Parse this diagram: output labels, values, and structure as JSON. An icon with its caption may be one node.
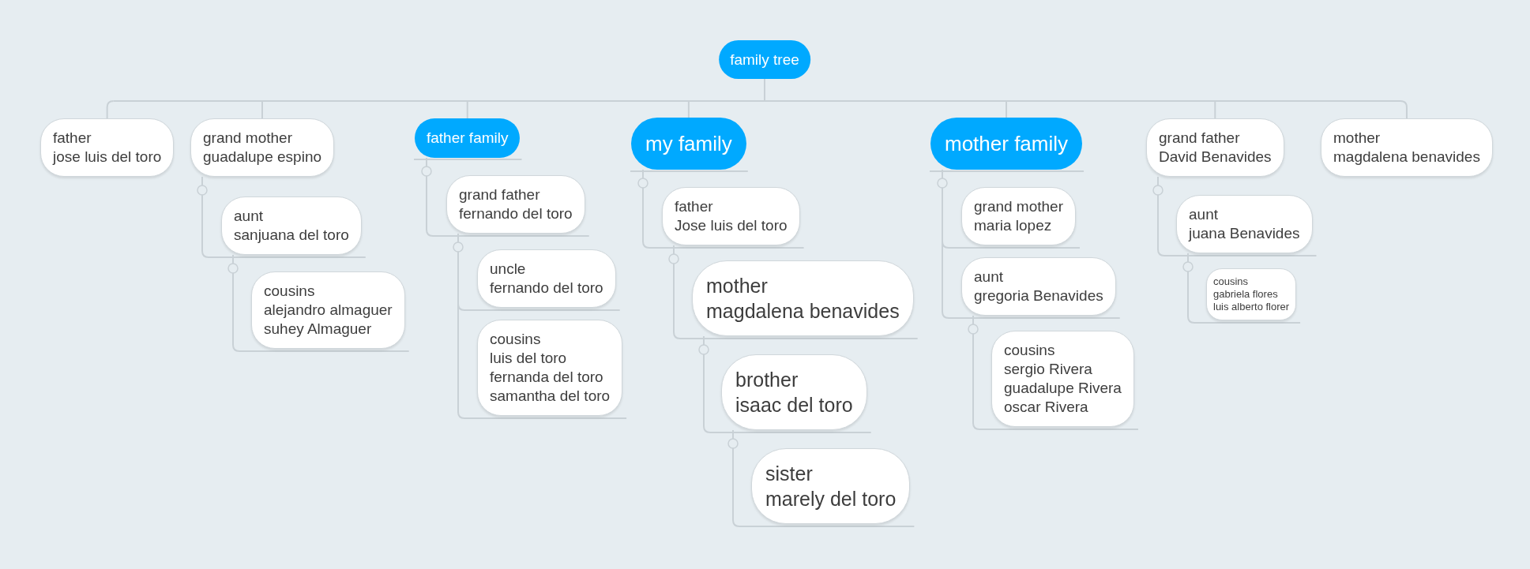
{
  "diagram": {
    "nodes": [
      {
        "text": [
          "family tree"
        ]
      },
      {
        "text": [
          "father",
          "jose luis del toro"
        ]
      },
      {
        "text": [
          "grand mother",
          "guadalupe espino"
        ]
      },
      {
        "text": [
          "aunt",
          "sanjuana del toro"
        ]
      },
      {
        "text": [
          "cousins",
          "alejandro almaguer",
          "suhey Almaguer"
        ]
      },
      {
        "text": [
          "father family"
        ]
      },
      {
        "text": [
          "grand father",
          "fernando del toro"
        ]
      },
      {
        "text": [
          "uncle",
          "fernando del toro"
        ]
      },
      {
        "text": [
          "cousins",
          "luis del toro",
          "fernanda del toro",
          "samantha del toro"
        ]
      },
      {
        "text": [
          "my family"
        ]
      },
      {
        "text": [
          "father",
          "Jose luis del toro"
        ]
      },
      {
        "text": [
          "mother",
          "magdalena benavides"
        ]
      },
      {
        "text": [
          "brother",
          "isaac del toro"
        ]
      },
      {
        "text": [
          "sister",
          "marely del toro"
        ]
      },
      {
        "text": [
          "mother family"
        ]
      },
      {
        "text": [
          "grand mother",
          "maria lopez"
        ]
      },
      {
        "text": [
          "aunt",
          "gregoria Benavides"
        ]
      },
      {
        "text": [
          "cousins",
          "sergio Rivera",
          "guadalupe Rivera",
          "oscar Rivera"
        ]
      },
      {
        "text": [
          "grand father",
          "David Benavides"
        ]
      },
      {
        "text": [
          "aunt",
          "juana Benavides"
        ]
      },
      {
        "text": [
          "cousins",
          "gabriela flores",
          "luis alberto florer"
        ]
      },
      {
        "text": [
          "mother",
          "magdalena benavides"
        ]
      }
    ],
    "edges": [
      {
        "from": 0,
        "to": 1,
        "arrow": "none"
      },
      {
        "from": 0,
        "to": 2,
        "arrow": "none"
      },
      {
        "from": 0,
        "to": 5,
        "arrow": "none"
      },
      {
        "from": 0,
        "to": 9,
        "arrow": "none"
      },
      {
        "from": 0,
        "to": 14,
        "arrow": "none"
      },
      {
        "from": 0,
        "to": 18,
        "arrow": "none"
      },
      {
        "from": 0,
        "to": 21,
        "arrow": "none"
      },
      {
        "from": 2,
        "to": 3,
        "arrow": "none"
      },
      {
        "from": 3,
        "to": 4,
        "arrow": "none"
      },
      {
        "from": 5,
        "to": 6,
        "arrow": "none"
      },
      {
        "from": 6,
        "to": 7,
        "arrow": "none"
      },
      {
        "from": 6,
        "to": 8,
        "arrow": "none"
      },
      {
        "from": 9,
        "to": 10,
        "arrow": "none"
      },
      {
        "from": 10,
        "to": 11,
        "arrow": "none"
      },
      {
        "from": 11,
        "to": 12,
        "arrow": "none"
      },
      {
        "from": 12,
        "to": 13,
        "arrow": "none"
      },
      {
        "from": 14,
        "to": 15,
        "arrow": "none"
      },
      {
        "from": 14,
        "to": 16,
        "arrow": "none"
      },
      {
        "from": 16,
        "to": 17,
        "arrow": "none"
      },
      {
        "from": 18,
        "to": 19,
        "arrow": "none"
      },
      {
        "from": 19,
        "to": 20,
        "arrow": "none"
      }
    ]
  }
}
